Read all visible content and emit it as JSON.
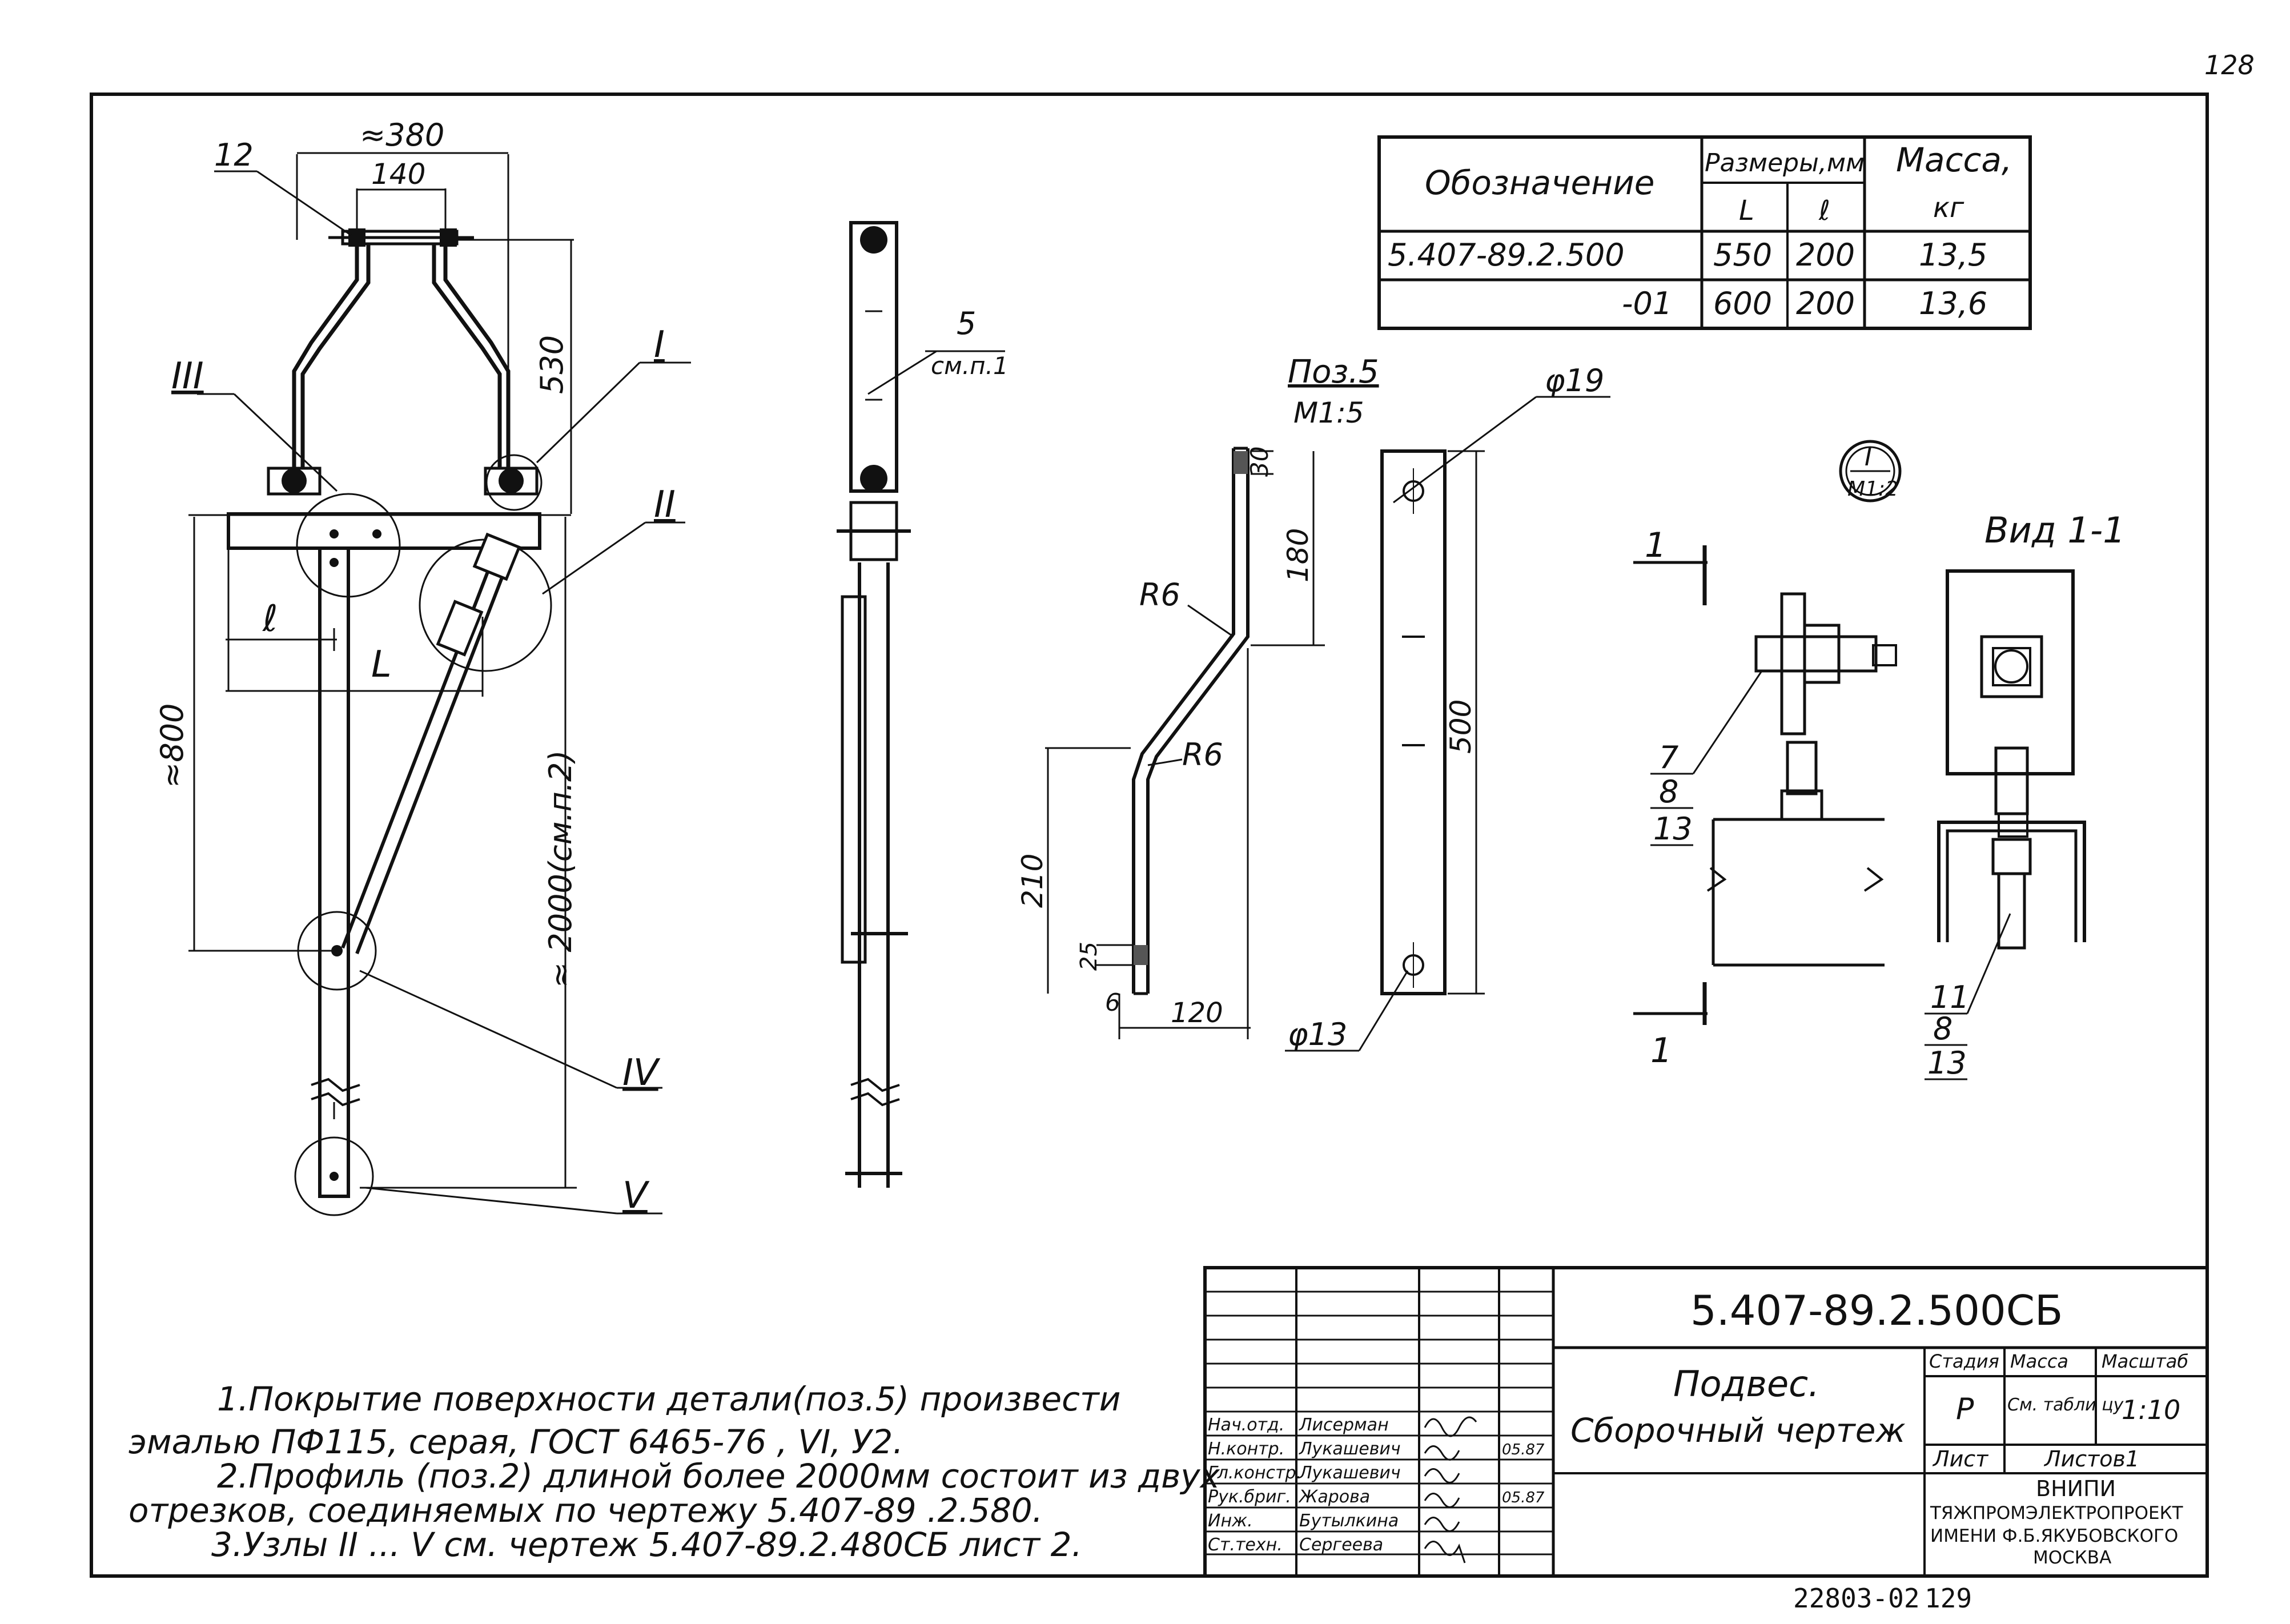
{
  "page_number": "128",
  "bottom_code": "22803-02",
  "bottom_page": "129",
  "spec_table": {
    "headers": {
      "designation": "Обозначение",
      "sizes": "Размеры,мм",
      "L": "L",
      "l": "ℓ",
      "mass": "Масса,",
      "mass_unit": "кг"
    },
    "rows": [
      {
        "designation": "5.407-89.2.500",
        "L": "550",
        "l": "200",
        "mass": "13,5"
      },
      {
        "designation": "-01",
        "L": "600",
        "l": "200",
        "mass": "13,6"
      }
    ]
  },
  "drawing": {
    "dim_380": "≈380",
    "dim_140": "140",
    "dim_530": "530",
    "dim_800": "≈800",
    "dim_2000": "≈ 2000(см.п.2)",
    "label_e": "ℓ",
    "label_L": "L",
    "callout_12": "12",
    "roman_I": "I",
    "roman_II": "II",
    "roman_III": "III",
    "roman_IV": "IV",
    "roman_V": "V",
    "callout_5": "5",
    "callout_5_note": "см.п.1",
    "poz5_title": "Поз.5",
    "poz5_scale": "М1:5",
    "phi19": "φ19",
    "phi13": "φ13",
    "r6_top": "R6",
    "r6_bottom": "R6",
    "dim_30": "30",
    "dim_180": "180",
    "dim_210": "210",
    "dim_25": "25",
    "dim_6": "6",
    "dim_120": "120",
    "dim_500": "500",
    "node_I": "I",
    "node_scale": "М1:2",
    "view_title": "Вид 1-1",
    "section_1": "1",
    "callout_7": "7",
    "callout_8a": "8",
    "callout_13a": "13",
    "callout_11": "11",
    "callout_8b": "8",
    "callout_13b": "13"
  },
  "notes": [
    "1.Покрытие поверхности детали(поз.5) произвести",
    "эмалью ПФ115, серая, ГОСТ 6465-76 , VI, У2.",
    "2.Профиль (поз.2) длиной более 2000мм состоит из двух",
    "отрезков, соединяемых по чертежу 5.407-89 .2.580.",
    "3.Узлы II ... V см. чертеж 5.407-89.2.480СБ лист 2."
  ],
  "title_block": {
    "doc_code": "5.407-89.2.500СБ",
    "name_line1": "Подвес.",
    "name_line2": "Сборочный чертеж",
    "stage_label": "Стадия",
    "mass_label": "Масса",
    "scale_label": "Масштаб",
    "stage": "Р",
    "mass_value": "См. табли цу",
    "scale": "1:10",
    "sheet_label": "Лист",
    "sheets_label": "Листов1",
    "org_line1": "ВНИПИ",
    "org_line2": "ТЯЖПРОМЭЛЕКТРОПРОЕКТ",
    "org_line3": "ИМЕНИ Ф.Б.ЯКУБОВСКОГО",
    "org_line4": "МОСКВА",
    "roles": [
      {
        "role": "Нач.отд.",
        "name": "Лисерман",
        "date": ""
      },
      {
        "role": "Н.контр.",
        "name": "Лукашевич",
        "date": "05.87"
      },
      {
        "role": "Гл.констр.",
        "name": "Лукашевич",
        "date": ""
      },
      {
        "role": "Рук.бриг.",
        "name": "Жарова",
        "date": "05.87"
      },
      {
        "role": "Инж.",
        "name": "Бутылкина",
        "date": ""
      },
      {
        "role": "Ст.техн.",
        "name": "Сергеева",
        "date": ""
      }
    ]
  }
}
